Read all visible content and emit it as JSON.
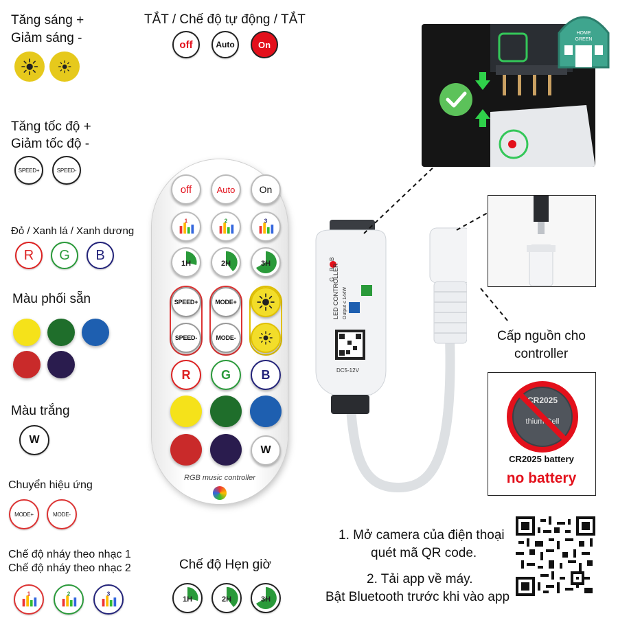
{
  "labels": {
    "brightness": [
      "Tăng sáng +",
      "Giảm sáng -"
    ],
    "power": "TẮT / Chế độ tự động / TẮT",
    "speed": [
      "Tăng tốc độ +",
      "Giảm tốc độ -"
    ],
    "rgb": "Đỏ / Xanh lá / Xanh dương",
    "preset": "Màu phối sẵn",
    "white": "Màu trắng",
    "effect": "Chuyển hiệu ứng",
    "music": [
      "Chế độ nháy theo nhạc 1",
      "Chế độ nháy theo nhạc 2"
    ],
    "timer": "Chế độ Hẹn giờ",
    "power_supply": [
      "Cấp nguồn cho",
      "controller"
    ]
  },
  "buttons": {
    "off": "off",
    "auto": "Auto",
    "on": "On",
    "speed_plus": "SPEED+",
    "speed_minus": "SPEED-",
    "mode_plus": "MODE+",
    "mode_minus": "MODE-",
    "r": "R",
    "g": "G",
    "b": "B",
    "w": "W",
    "timer": [
      "1H",
      "2H",
      "3H"
    ],
    "music": [
      "1",
      "2",
      "3"
    ]
  },
  "colors": {
    "yellow": "#f5e21a",
    "green": "#1f6e2b",
    "blue": "#1e5fb0",
    "red": "#c92a2a",
    "purple": "#2a1c4e",
    "accent_red": "#e3101b",
    "sun": "#e6c91c"
  },
  "remote": {
    "brand": "RGB music controller"
  },
  "controller": {
    "title": "LED CONTROLLER",
    "output": "Output ≤ 144W",
    "voltage": "DC5-12V",
    "pins": [
      "G",
      "R",
      "B"
    ]
  },
  "logo": {
    "line1": "HOME",
    "line2": "GREEN"
  },
  "battery": {
    "coin_text": "CR2025",
    "coin_sub": "thium Cell",
    "model": "CR2025 battery",
    "warning": "no battery"
  },
  "instructions": {
    "step1": [
      "1. Mở camera của điện thoại",
      "quét mã QR code."
    ],
    "step2": [
      "2. Tải app về máy.",
      "Bật Bluetooth trước khi vào app"
    ]
  }
}
